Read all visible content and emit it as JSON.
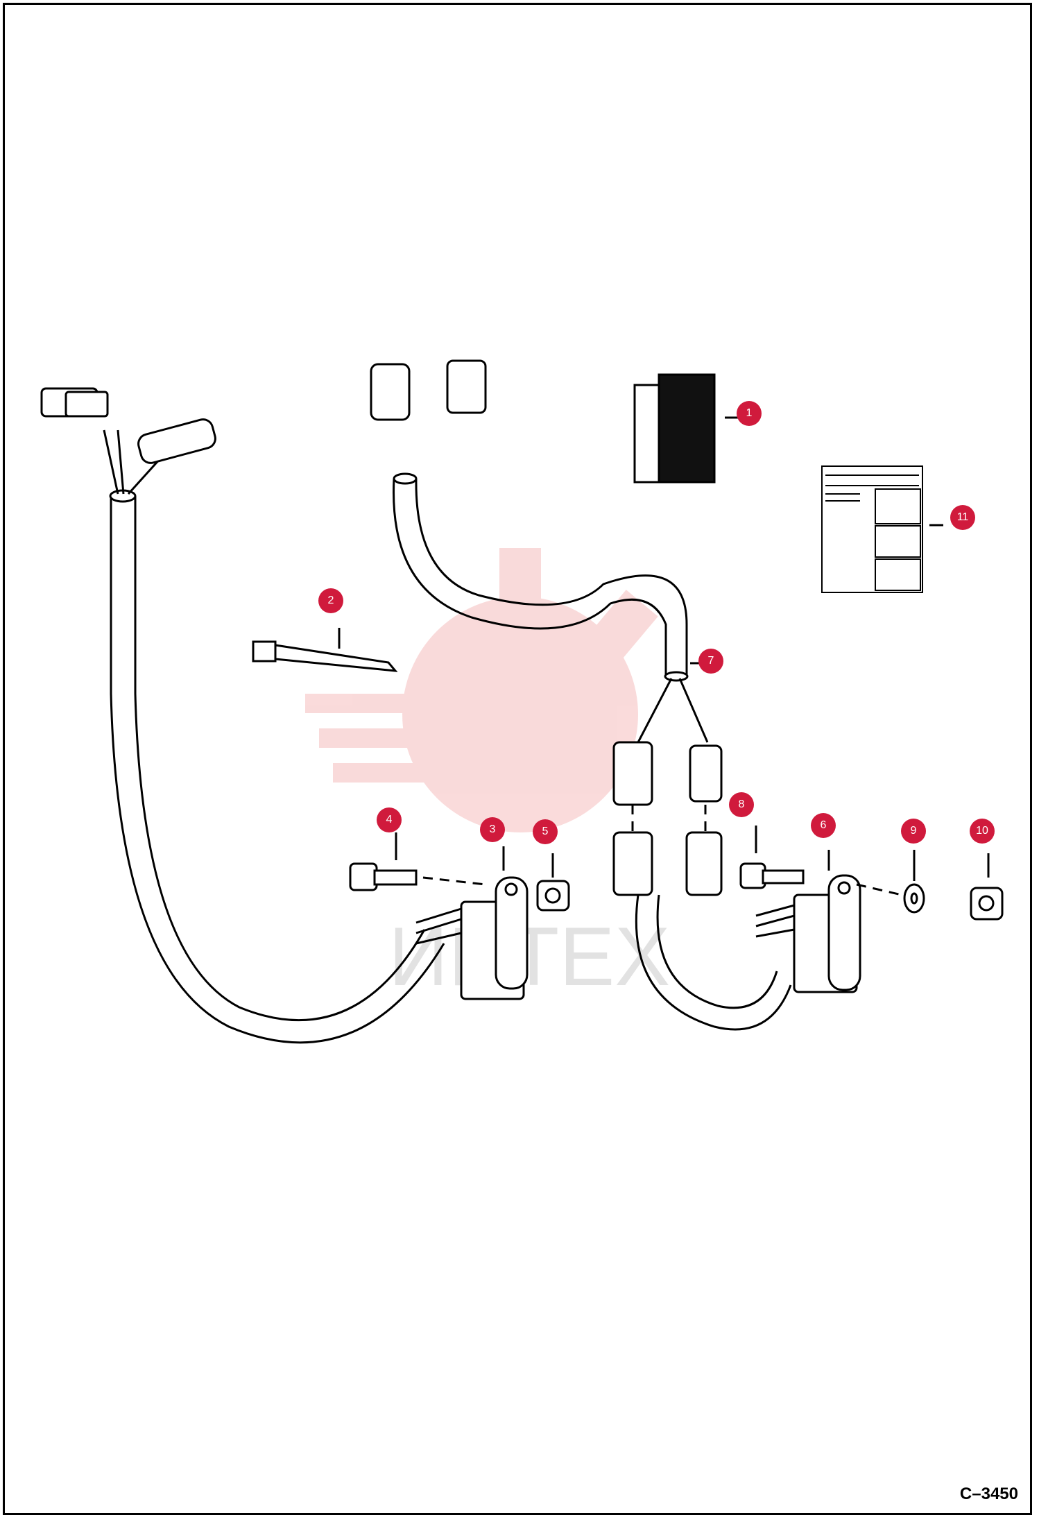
{
  "drawing_code": "C–3450",
  "colors": {
    "callout": "#d01a3c",
    "line": "#000000",
    "watermark": "#e23a3a"
  },
  "watermark_text": "ИНТЕХ",
  "callouts": [
    {
      "label": "1"
    },
    {
      "label": "2"
    },
    {
      "label": "3"
    },
    {
      "label": "4"
    },
    {
      "label": "5"
    },
    {
      "label": "6"
    },
    {
      "label": "7"
    },
    {
      "label": "8"
    },
    {
      "label": "9"
    },
    {
      "label": "10"
    },
    {
      "label": "11"
    }
  ]
}
